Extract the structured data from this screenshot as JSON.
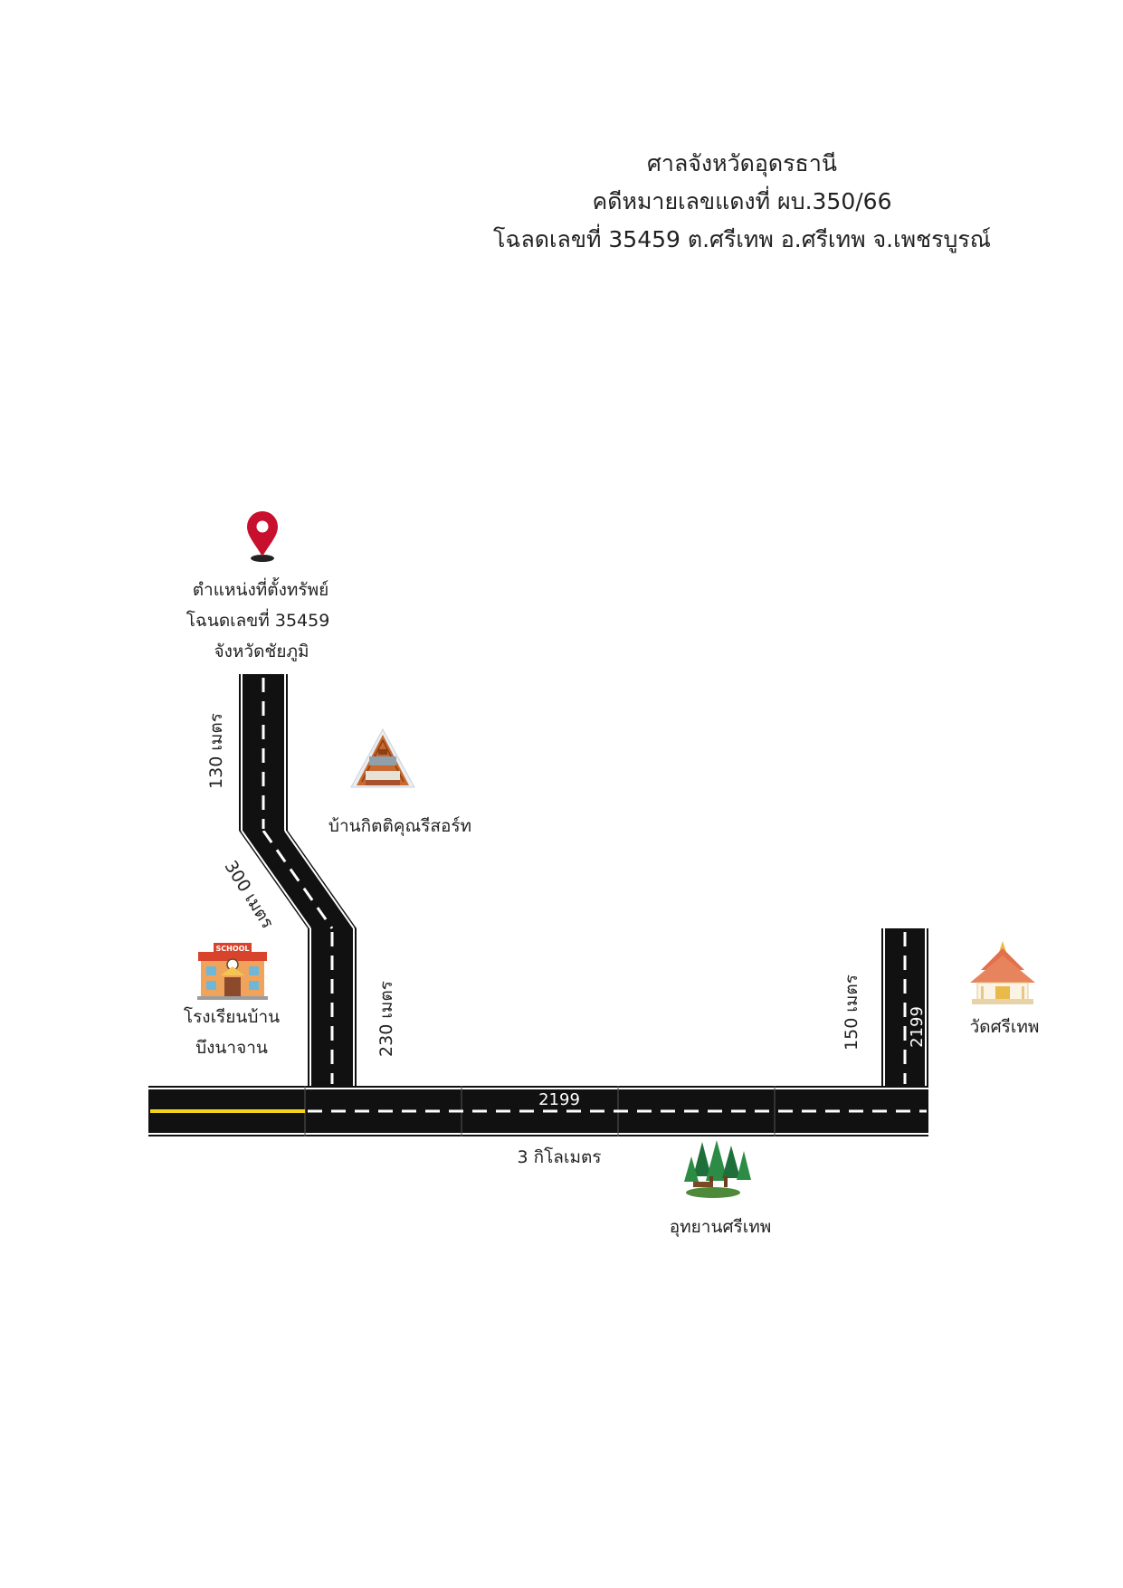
{
  "header": {
    "line1": "ศาลจังหวัดอุดรธานี",
    "line2": "คดีหมายเลขแดงที่ ผบ.350/66",
    "line3": "โฉลดเลขที่ 35459 ต.ศรีเทพ อ.ศรีเทพ จ.เพชรบูรณ์"
  },
  "property": {
    "icon": "map-pin-icon",
    "line1": "ตำแหน่งที่ตั้งทรัพย์",
    "line2": "โฉนดเลขที่ 35459",
    "line3": "จังหวัดชัยภูมิ"
  },
  "distances": {
    "seg_top": "130 เมตร",
    "seg_diagonal": "300 เมตร",
    "seg_lower": "230 เมตร",
    "seg_right": "150 เมตร",
    "main_road": "3 กิโลเมตร"
  },
  "roads": {
    "main_number": "2199",
    "right_number": "2199"
  },
  "landmarks": {
    "resort": {
      "icon": "cabin-icon",
      "label": "บ้านกิตติคุณรีสอร์ท"
    },
    "school": {
      "icon": "school-icon",
      "sign": "SCHOOL",
      "line1": "โรงเรียนบ้าน",
      "line2": "บึงนาจาน"
    },
    "temple": {
      "icon": "temple-icon",
      "label": "วัดศรีเทพ"
    },
    "park": {
      "icon": "forest-icon",
      "label": "อุทยานศรีเทพ"
    }
  },
  "colors": {
    "road": "#111111",
    "road_edge": "#ffffff",
    "center_line": "#ffffff",
    "yellow_line": "#f2d21b",
    "pin": "#c8102e"
  }
}
